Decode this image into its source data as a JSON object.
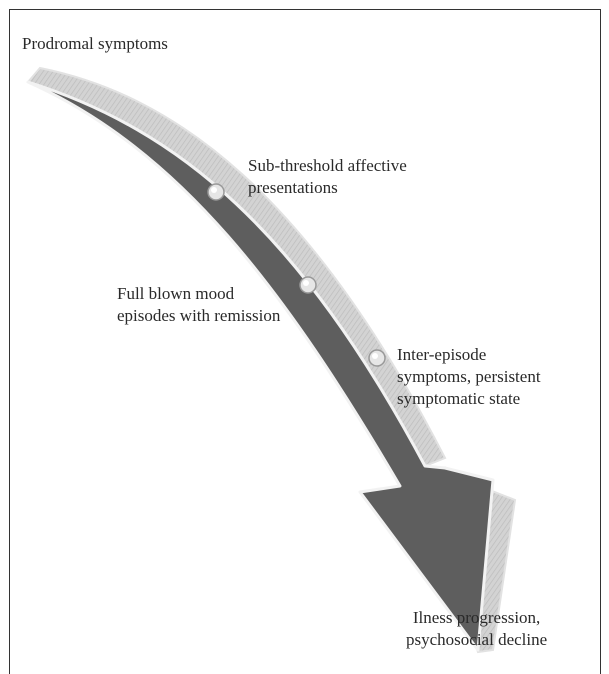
{
  "stages": {
    "prodromal": "Prodromal symptoms",
    "subthreshold": "Sub-threshold affective\npresentations",
    "full_blown": "Full blown mood\nepisodes with remission",
    "inter_episode": "Inter-episode\nsymptoms, persistent\nsymptomatic state",
    "illness_progression": "Ilness progression,\npsychosocial decline"
  },
  "colors": {
    "arrow_face": "#5e5e5e",
    "arrow_side": "#cfcfcf",
    "arrow_edge": "#bdbdbd",
    "marker": "#e6e6e6",
    "text": "#2a2a2a",
    "border": "#333333"
  }
}
